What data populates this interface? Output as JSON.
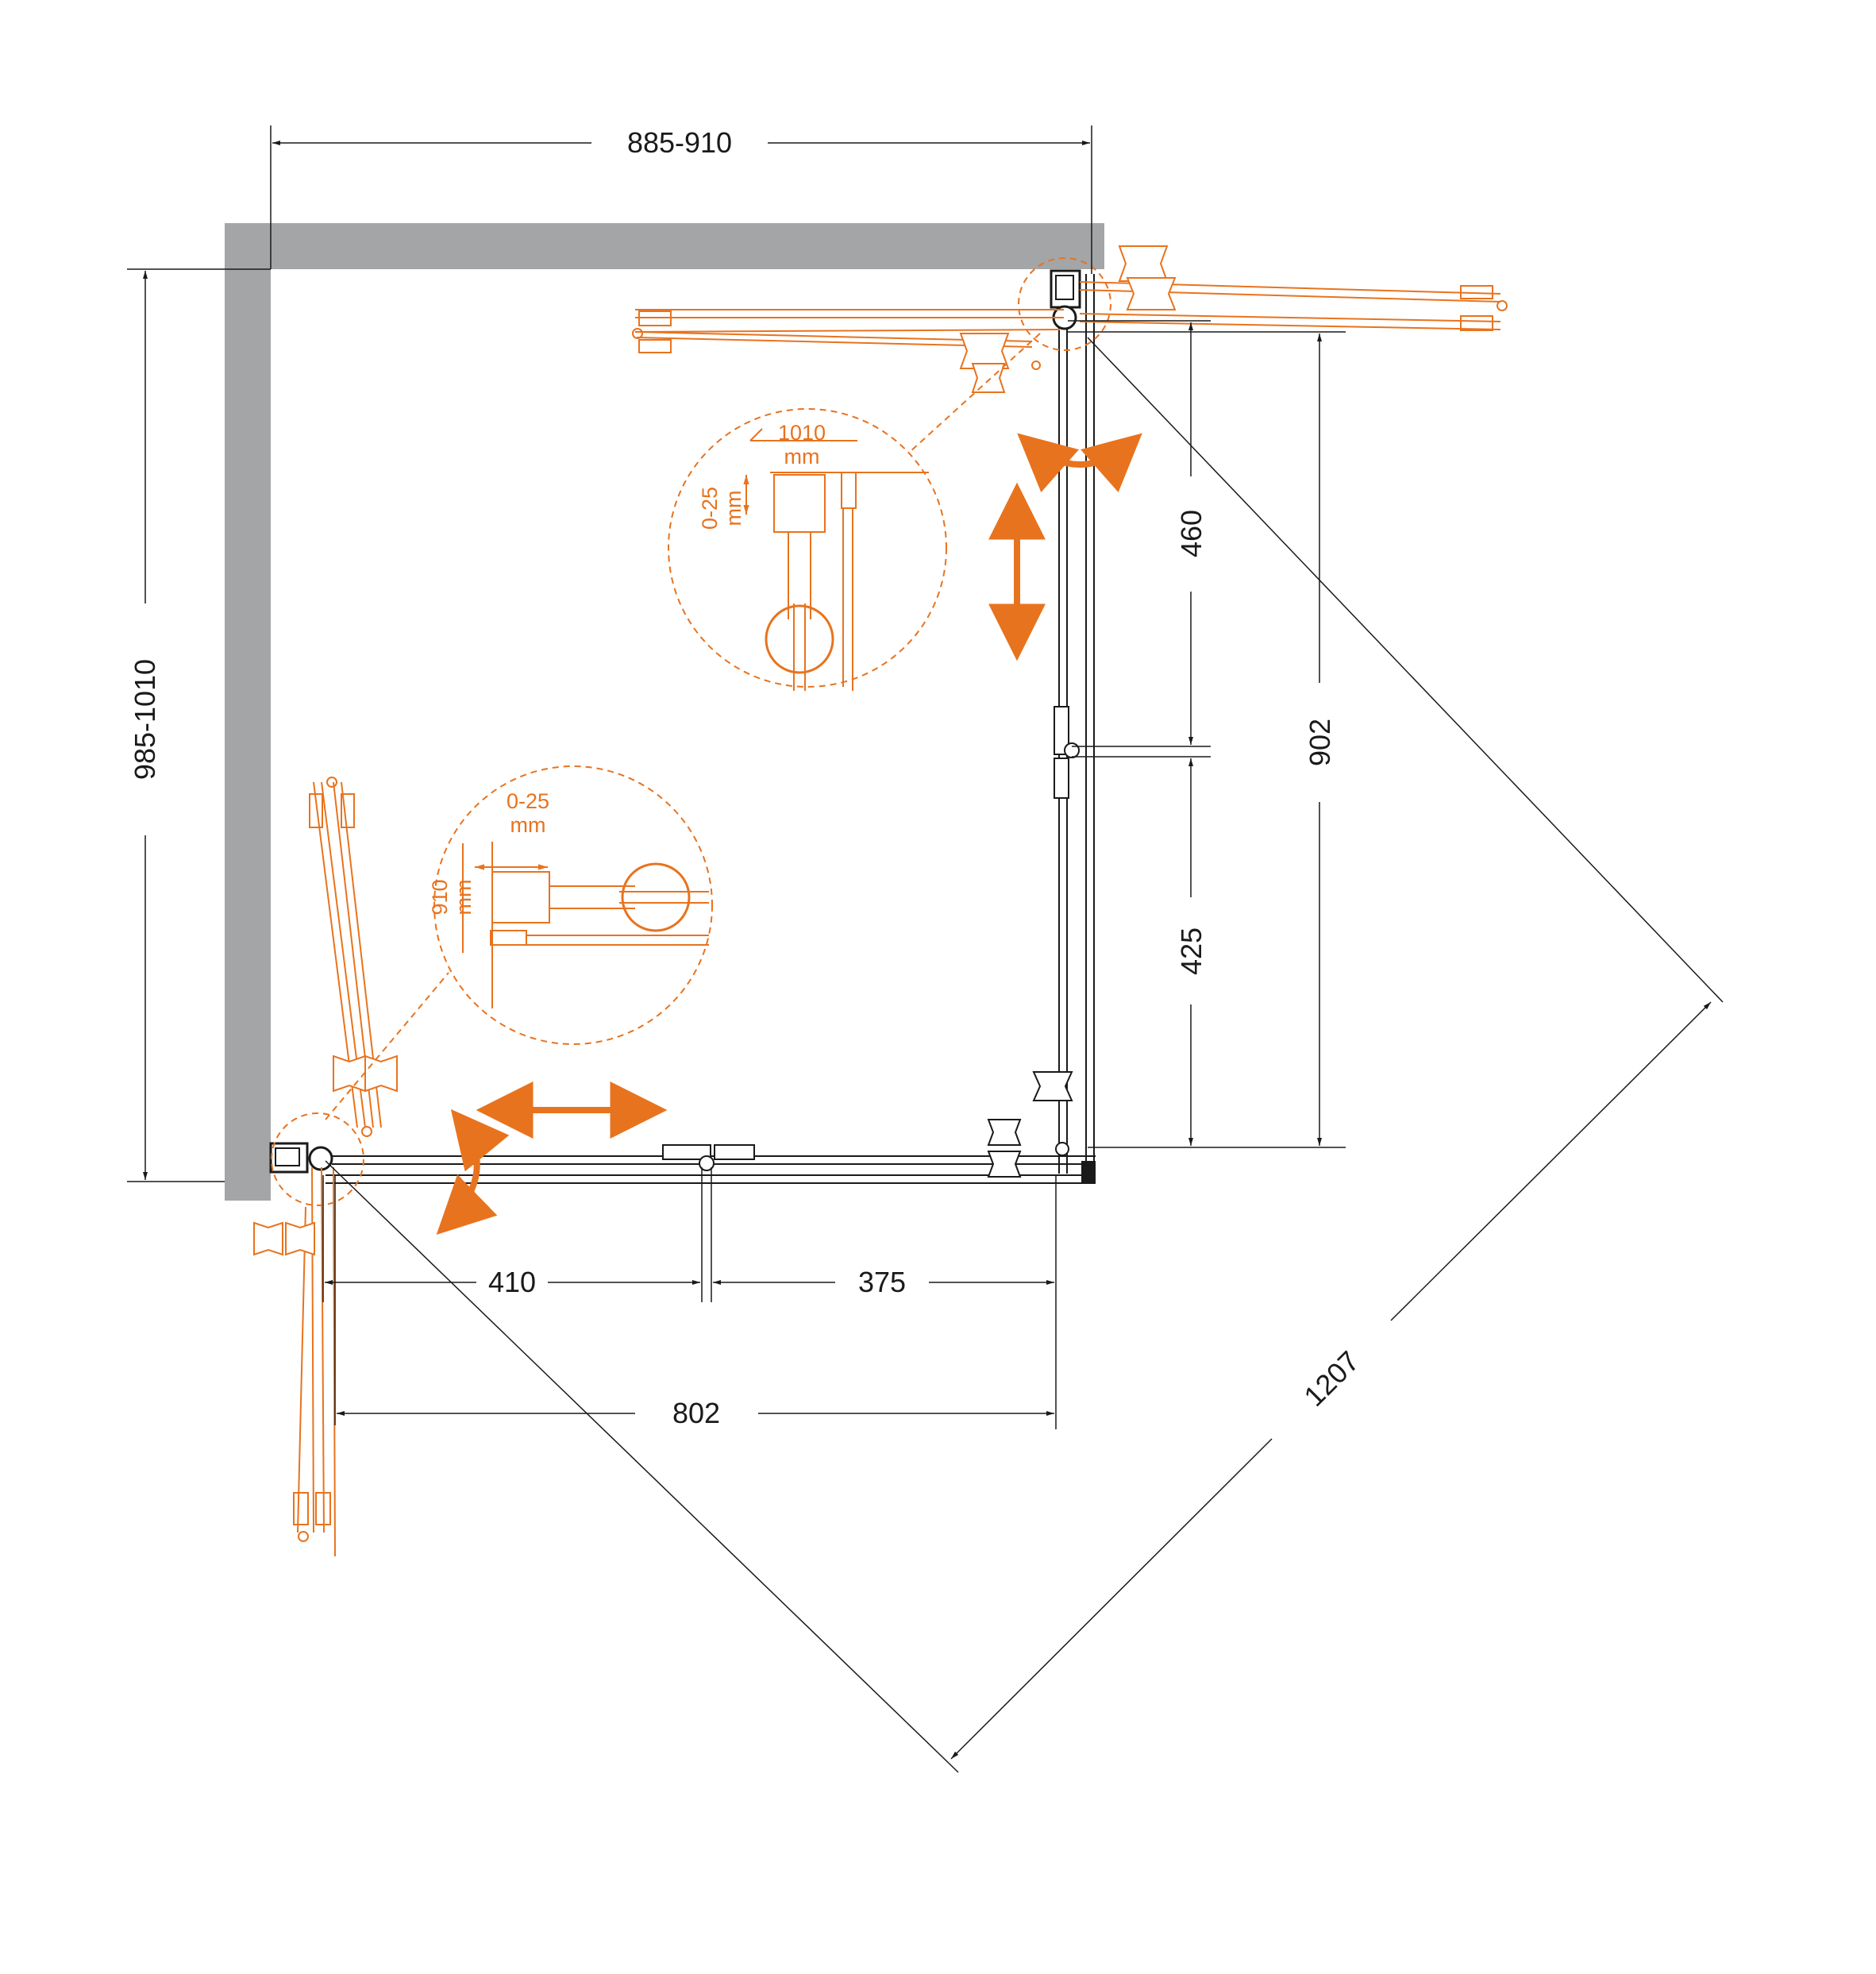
{
  "colors": {
    "wall": "#a4a5a7",
    "line": "#1a1a1a",
    "accent": "#e8731e",
    "background": "#ffffff"
  },
  "dimensions": {
    "top_width": "885-910",
    "left_height": "985-1010",
    "right_upper": "460",
    "right_lower": "425",
    "right_total": "902",
    "bottom_left": "410",
    "bottom_right": "375",
    "bottom_total": "802",
    "diagonal": "1207"
  },
  "detail_top": {
    "width_value": "1010",
    "width_unit": "mm",
    "gap_value": "0-25",
    "gap_unit": "mm"
  },
  "detail_left": {
    "gap_value": "0-25",
    "gap_unit": "mm",
    "width_value": "910",
    "width_unit": "mm"
  }
}
